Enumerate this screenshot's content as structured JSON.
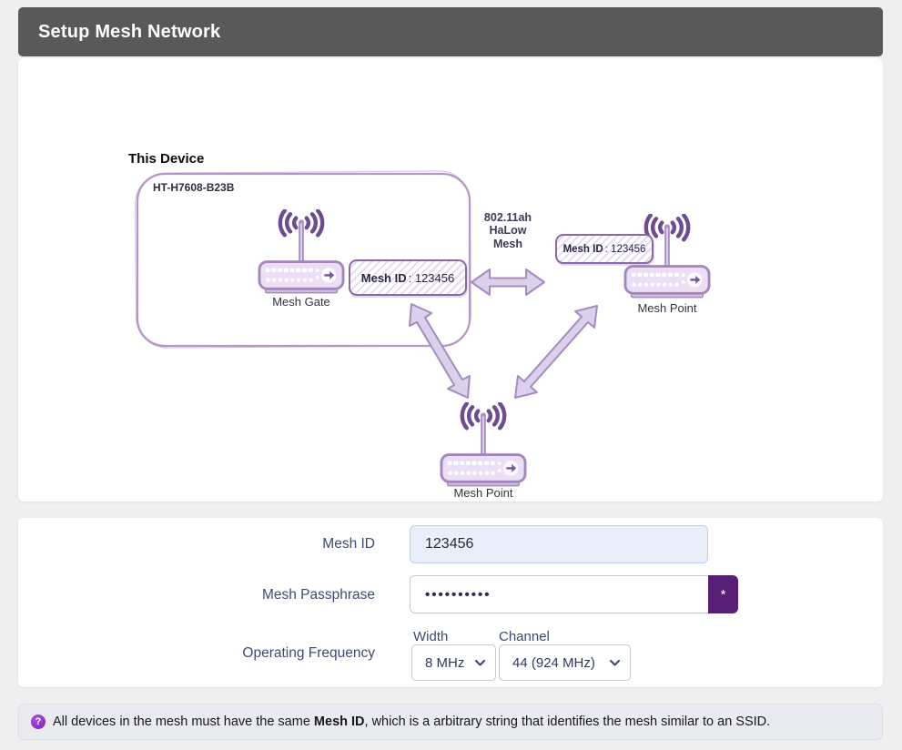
{
  "header": {
    "title": "Setup Mesh Network"
  },
  "diagram": {
    "this_device": "This Device",
    "device_model": "HT-H7608-B23B",
    "gate_label": "Mesh Gate",
    "point_right_label": "Mesh Point",
    "point_bottom_label": "Mesh Point",
    "badge": {
      "label": "Mesh ID",
      "value": ": 123456"
    },
    "link": {
      "line1": "802.11ah",
      "line2": "HaLow",
      "line3": "Mesh"
    }
  },
  "form": {
    "mesh_id": {
      "label": "Mesh ID",
      "value": "123456"
    },
    "mesh_passphrase": {
      "label": "Mesh Passphrase",
      "masked_value": "••••••••••",
      "reveal_label": "*"
    },
    "operating_frequency": {
      "label": "Operating Frequency",
      "width": {
        "label": "Width",
        "selected": "8 MHz"
      },
      "channel": {
        "label": "Channel",
        "selected": "44 (924 MHz)"
      }
    }
  },
  "footer": {
    "help_icon": "?",
    "text_before": "All devices in the mesh must have the same ",
    "text_bold": "Mesh ID",
    "text_after": ", which is a arbitrary string that identifies the mesh similar to an SSID."
  },
  "colors": {
    "header_bg": "#595959",
    "accent_purple": "#571f75",
    "help_icon_purple": "#8e2ac6",
    "diagram_stroke": "#a287bd",
    "diagram_stroke_dark": "#6d4c92",
    "diagram_fill_light": "#ecdff5",
    "arrow_fill": "#ddd0ea",
    "mesh_id_input_bg": "#e9eefb"
  }
}
